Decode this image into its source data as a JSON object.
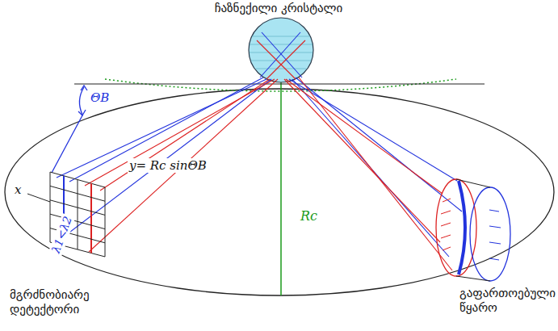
{
  "diagram": {
    "labels": [
      "ჩაზნექილი კრისტალი",
      "ΘB",
      "y= Rc sinΘB",
      "Rc",
      "x",
      "λ1<λ2",
      "მგრძნობიარე დეტექტორი",
      "გაფართოებული წყარო"
    ]
  }
}
